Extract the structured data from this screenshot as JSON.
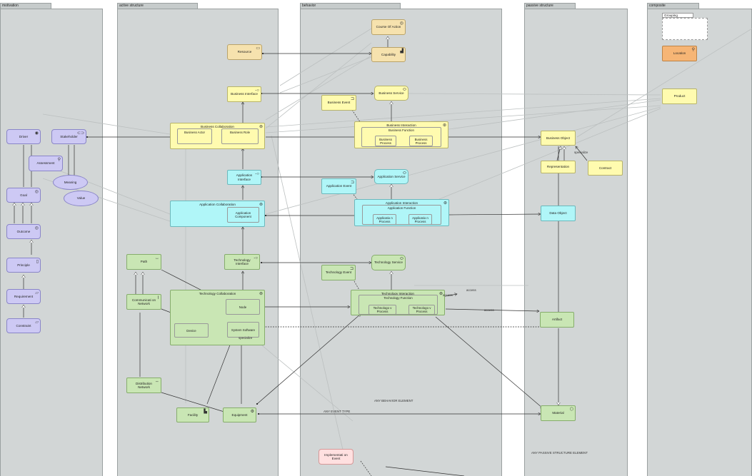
{
  "lanes": {
    "motivation": "motivation",
    "active_structure": "active structure",
    "behavior": "behavior",
    "passive_structure": "passive structure",
    "composite": "composite"
  },
  "motivation": {
    "driver": "Driver",
    "stakeholder": "Stakeholder",
    "assessment": "Assessment",
    "meaning": "Meaning",
    "value": "Value",
    "goal": "Goal",
    "outcome": "Outcome",
    "principle": "Principle",
    "requirement": "Requirement",
    "constraint": "Constraint"
  },
  "strategy": {
    "resource": "Resource",
    "course_of_action": "Course Of Action",
    "capability": "Capability"
  },
  "business": {
    "interface": "Business Interface",
    "service": "Business Service",
    "event": "Business Event",
    "collaboration": "Business Collaboration",
    "actor": "Business Actor",
    "role": "Business Role",
    "interaction": "Business Interaction",
    "function": "Business Function",
    "process_a": "Business Process",
    "process_b": "Business Process",
    "object": "Business Object",
    "representation": "Representation",
    "contract": "Contract"
  },
  "application": {
    "interface": "Application Interface",
    "service": "Application Service",
    "event": "Application Event",
    "collaboration": "Application Collaboration",
    "component": "Application Component",
    "interaction": "Application Interaction",
    "function": "Application Function",
    "process_a": "Applicatio n Process",
    "process_b": "Applicatio n Process",
    "data_object": "Data Object"
  },
  "technology": {
    "path": "Path",
    "comm_network": "Communicati on Network",
    "interface": "Technology Interface",
    "service": "Technology Service",
    "event": "Technology Event",
    "collaboration": "Technology Collaboration",
    "node": "Node",
    "device": "Device",
    "system_software": "System Software",
    "interaction": "Technology Interaction",
    "function": "Technology Function",
    "process_a": "Technologo v Process",
    "process_b": "Technologo v Process",
    "artifact": "Artifact",
    "distribution_network": "Distribution Network",
    "facility": "Facility",
    "equipment": "Equipment",
    "material": "Material"
  },
  "implementation": {
    "event": "Implementati on Event"
  },
  "composite": {
    "grouping": "Grouping",
    "location": "Location",
    "product": "Product"
  },
  "annotations": {
    "specialize_1": "specialize",
    "specialize_2": "specialize",
    "access_1": "access",
    "access_2": "access",
    "access_3": "access",
    "any_event_type": "ANY EVENT TYPE",
    "any_behavior": "ANY BEHAVIOR ELEMENT",
    "any_passive": "ANY PASSIVE STRUCTURE ELEMENT"
  },
  "colors": {
    "lane": "#d2d6d6",
    "motivation": "#cdc9f4",
    "strategy": "#f6e2ae",
    "business": "#fffbaf",
    "application": "#b0f6f8",
    "technology": "#c9e6b4",
    "location": "#f6b575",
    "implementation": "#ffe0e0"
  }
}
